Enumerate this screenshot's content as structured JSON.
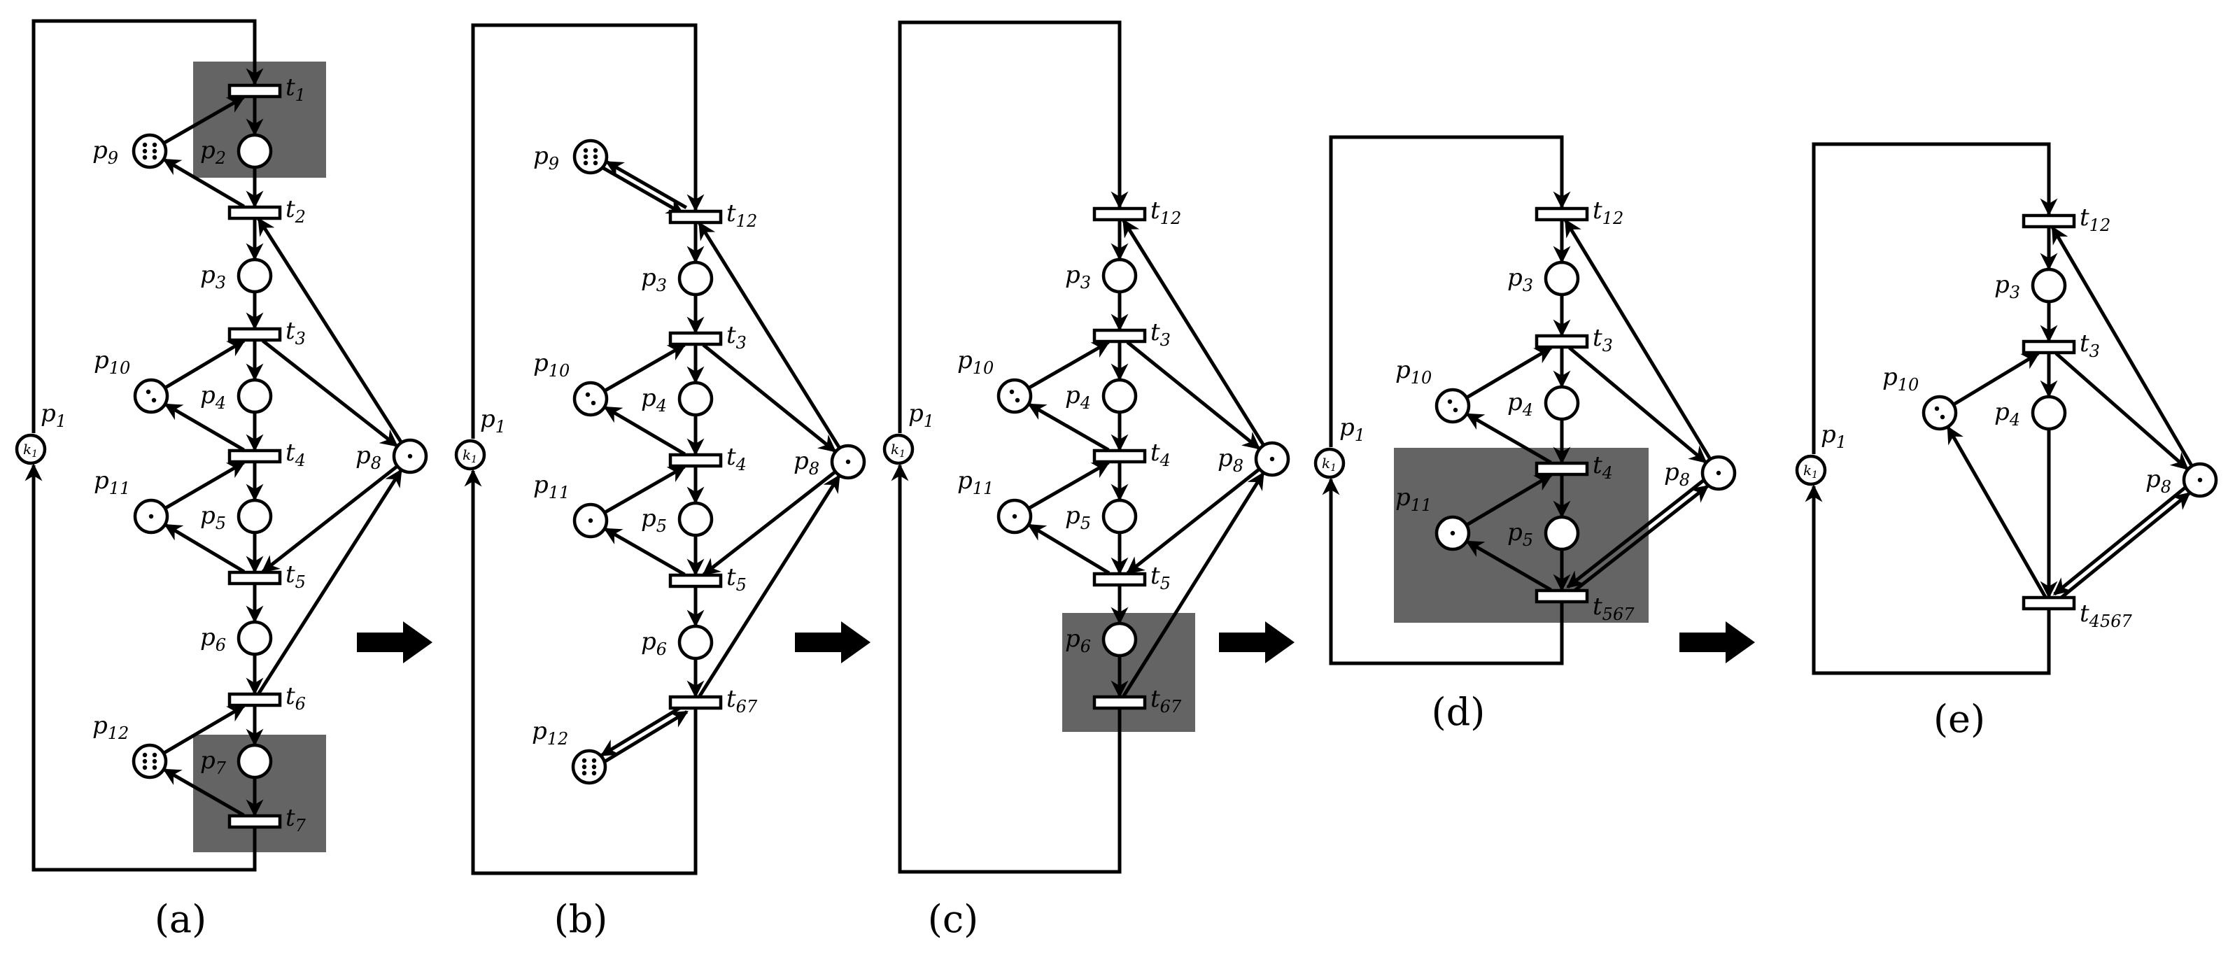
{
  "panels": [
    {
      "caption": "(a)",
      "places": [
        {
          "id": "p1",
          "sub": "1",
          "kind": "capacity",
          "k": "k",
          "ksub": "1"
        },
        {
          "id": "p2",
          "sub": "2",
          "tokens": 0
        },
        {
          "id": "p3",
          "sub": "3",
          "tokens": 0
        },
        {
          "id": "p4",
          "sub": "4",
          "tokens": 0
        },
        {
          "id": "p5",
          "sub": "5",
          "tokens": 0
        },
        {
          "id": "p6",
          "sub": "6",
          "tokens": 0
        },
        {
          "id": "p7",
          "sub": "7",
          "tokens": 0
        },
        {
          "id": "p8",
          "sub": "8",
          "tokens": 1
        },
        {
          "id": "p9",
          "sub": "9",
          "tokens": 6
        },
        {
          "id": "p10",
          "sub": "10",
          "tokens": 2
        },
        {
          "id": "p11",
          "sub": "11",
          "tokens": 1
        },
        {
          "id": "p12",
          "sub": "12",
          "tokens": 6
        }
      ],
      "transitions": [
        {
          "id": "t1",
          "sub": "1"
        },
        {
          "id": "t2",
          "sub": "2"
        },
        {
          "id": "t3",
          "sub": "3"
        },
        {
          "id": "t4",
          "sub": "4"
        },
        {
          "id": "t5",
          "sub": "5"
        },
        {
          "id": "t6",
          "sub": "6"
        },
        {
          "id": "t7",
          "sub": "7"
        }
      ],
      "highlighted": [
        "t1-p2",
        "p7-t7"
      ]
    },
    {
      "caption": "(b)",
      "places": [
        {
          "id": "p1",
          "sub": "1",
          "kind": "capacity",
          "k": "k",
          "ksub": "1"
        },
        {
          "id": "p3",
          "sub": "3",
          "tokens": 0
        },
        {
          "id": "p4",
          "sub": "4",
          "tokens": 0
        },
        {
          "id": "p5",
          "sub": "5",
          "tokens": 0
        },
        {
          "id": "p6",
          "sub": "6",
          "tokens": 0
        },
        {
          "id": "p8",
          "sub": "8",
          "tokens": 1
        },
        {
          "id": "p9",
          "sub": "9",
          "tokens": 6
        },
        {
          "id": "p10",
          "sub": "10",
          "tokens": 2
        },
        {
          "id": "p11",
          "sub": "11",
          "tokens": 1
        },
        {
          "id": "p12",
          "sub": "12",
          "tokens": 6
        }
      ],
      "transitions": [
        {
          "id": "t12",
          "sub": "12"
        },
        {
          "id": "t3",
          "sub": "3"
        },
        {
          "id": "t4",
          "sub": "4"
        },
        {
          "id": "t5",
          "sub": "5"
        },
        {
          "id": "t67",
          "sub": "67"
        }
      ],
      "highlighted": []
    },
    {
      "caption": "(c)",
      "places": [
        {
          "id": "p1",
          "sub": "1",
          "kind": "capacity",
          "k": "k",
          "ksub": "1"
        },
        {
          "id": "p3",
          "sub": "3",
          "tokens": 0
        },
        {
          "id": "p4",
          "sub": "4",
          "tokens": 0
        },
        {
          "id": "p5",
          "sub": "5",
          "tokens": 0
        },
        {
          "id": "p6",
          "sub": "6",
          "tokens": 0
        },
        {
          "id": "p8",
          "sub": "8",
          "tokens": 1
        },
        {
          "id": "p10",
          "sub": "10",
          "tokens": 2
        },
        {
          "id": "p11",
          "sub": "11",
          "tokens": 1
        }
      ],
      "transitions": [
        {
          "id": "t12",
          "sub": "12"
        },
        {
          "id": "t3",
          "sub": "3"
        },
        {
          "id": "t4",
          "sub": "4"
        },
        {
          "id": "t5",
          "sub": "5"
        },
        {
          "id": "t67",
          "sub": "67"
        }
      ],
      "highlighted": [
        "p6-t67"
      ]
    },
    {
      "caption": "(d)",
      "places": [
        {
          "id": "p1",
          "sub": "1",
          "kind": "capacity",
          "k": "k",
          "ksub": "1"
        },
        {
          "id": "p3",
          "sub": "3",
          "tokens": 0
        },
        {
          "id": "p4",
          "sub": "4",
          "tokens": 0
        },
        {
          "id": "p5",
          "sub": "5",
          "tokens": 0
        },
        {
          "id": "p8",
          "sub": "8",
          "tokens": 1
        },
        {
          "id": "p10",
          "sub": "10",
          "tokens": 2
        },
        {
          "id": "p11",
          "sub": "11",
          "tokens": 1
        }
      ],
      "transitions": [
        {
          "id": "t12",
          "sub": "12"
        },
        {
          "id": "t3",
          "sub": "3"
        },
        {
          "id": "t4",
          "sub": "4"
        },
        {
          "id": "t567",
          "sub": "567"
        }
      ],
      "highlighted": [
        "t4-p5-t567-p11"
      ]
    },
    {
      "caption": "(e)",
      "places": [
        {
          "id": "p1",
          "sub": "1",
          "kind": "capacity",
          "k": "k",
          "ksub": "1"
        },
        {
          "id": "p3",
          "sub": "3",
          "tokens": 0
        },
        {
          "id": "p4",
          "sub": "4",
          "tokens": 0
        },
        {
          "id": "p8",
          "sub": "8",
          "tokens": 1
        },
        {
          "id": "p10",
          "sub": "10",
          "tokens": 2
        }
      ],
      "transitions": [
        {
          "id": "t12",
          "sub": "12"
        },
        {
          "id": "t3",
          "sub": "3"
        },
        {
          "id": "t4567",
          "sub": "4567"
        }
      ],
      "highlighted": []
    }
  ],
  "step_arrows": [
    "a-to-b",
    "b-to-c",
    "c-to-d",
    "d-to-e"
  ]
}
